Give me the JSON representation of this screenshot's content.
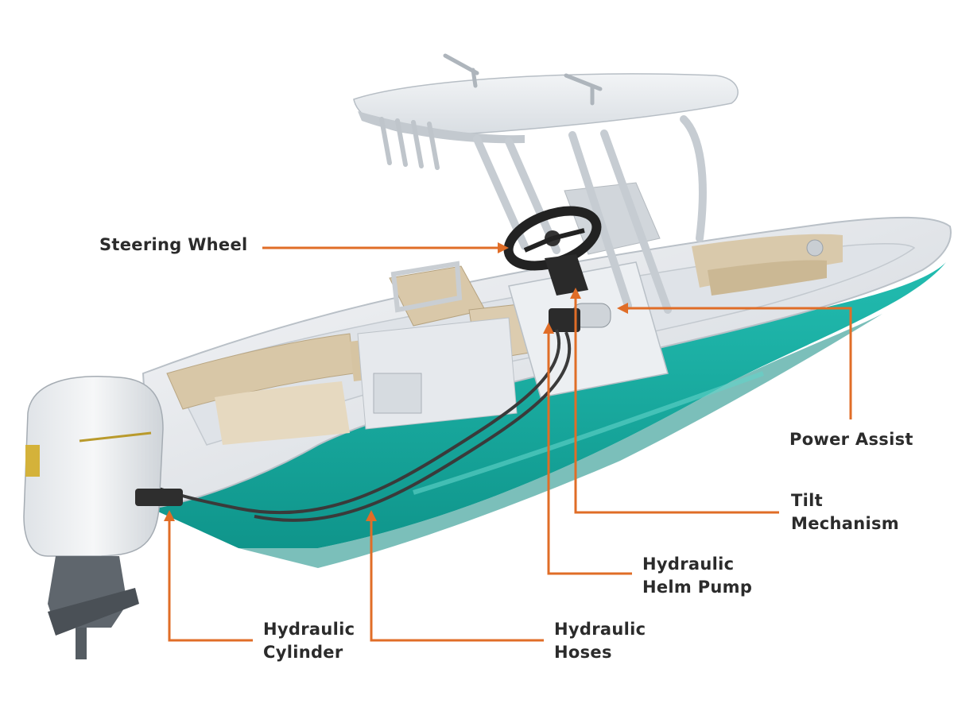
{
  "labels": {
    "steering_wheel": "Steering Wheel",
    "power_assist": "Power Assist",
    "tilt_mechanism": [
      "Tilt",
      "Mechanism"
    ],
    "hydraulic_helm_pump": [
      "Hydraulic",
      "Helm Pump"
    ],
    "hydraulic_cylinder": [
      "Hydraulic",
      "Cylinder"
    ],
    "hydraulic_hoses": [
      "Hydraulic",
      "Hoses"
    ]
  },
  "colors": {
    "leader": "#e06d27",
    "label_text": "#2b2b2b",
    "hull": "#17ada1",
    "hull_dark": "#0e8b82",
    "deck": "#e9ecef",
    "cushion": "#d6c6a8",
    "engine": "#eef0f2"
  }
}
